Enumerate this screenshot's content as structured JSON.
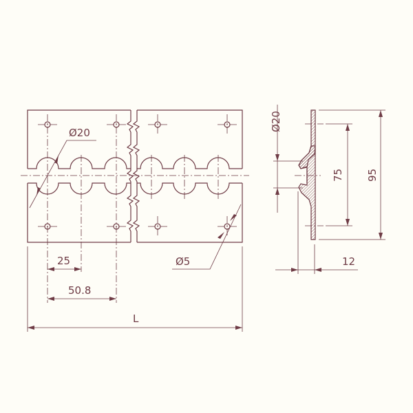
{
  "drawing": {
    "line_color": "#6e3b45",
    "background": "#fefdf7",
    "front_view": {
      "knuckle_diameter": "Ø20",
      "hole_diameter": "Ø5",
      "knuckle_pitch": "25",
      "hole_pitch": "50.8",
      "length": "L"
    },
    "side_view": {
      "knuckle_diameter": "Ø20",
      "hole_spacing": "75",
      "width": "95",
      "thickness": "12"
    }
  }
}
